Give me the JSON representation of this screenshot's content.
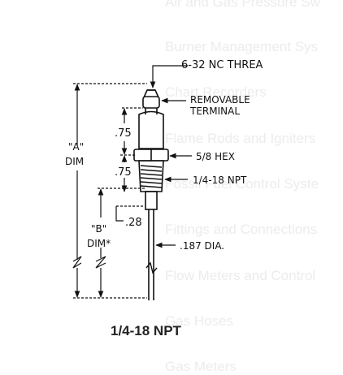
{
  "background_menu": {
    "items": [
      "Air and Gas Pressure Sw",
      "Burner Management Sys",
      "Chart Recorders",
      "Flame Rods and Igniters",
      "Fossil Fuel Control Syste",
      "Fittings and Connections",
      "Flow Meters and Control",
      "Gas Hoses",
      "Gas Meters"
    ]
  },
  "drawing": {
    "callouts": {
      "thread": "6-32 NC THREA",
      "terminal_line1": "REMOVABLE",
      "terminal_line2": "TERMINAL",
      "hex": "5/8 HEX",
      "npt": "1/4-18 NPT",
      "dia": ".187 DIA."
    },
    "dims": {
      "a_label": "\"A\"",
      "a_dim": "DIM",
      "b_label": "\"B\"",
      "b_dim": "DIM*",
      "d1": ".75",
      "d2": ".75",
      "d3": ".28"
    },
    "caption": "1/4-18 NPT",
    "line_color": "#111111"
  }
}
